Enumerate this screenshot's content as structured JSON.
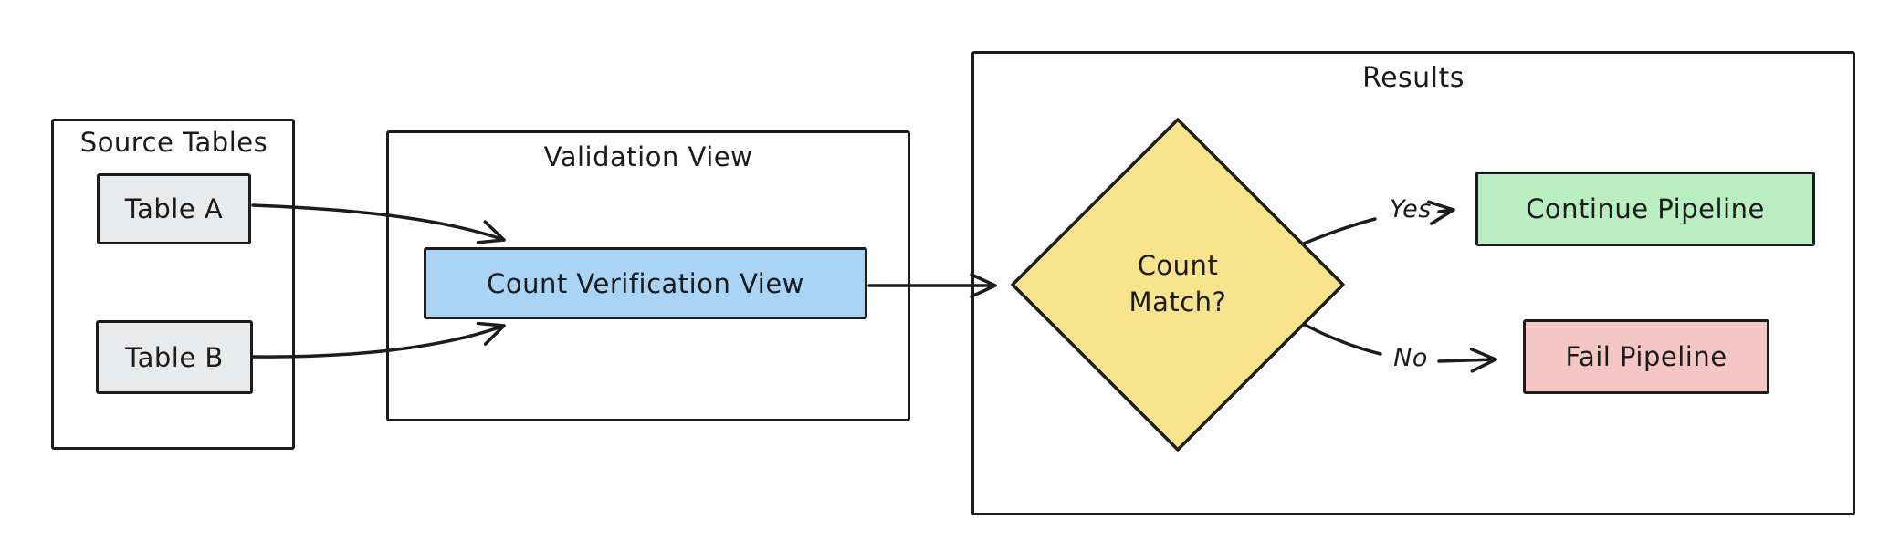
{
  "diagram": {
    "background": "#ffffff",
    "stroke": "#1c1c1c",
    "groups": {
      "source_tables": {
        "title": "Source Tables"
      },
      "validation_view": {
        "title": "Validation View"
      },
      "results": {
        "title": "Results"
      }
    },
    "nodes": {
      "table_a": {
        "label": "Table A",
        "fill": "#e8eaec"
      },
      "table_b": {
        "label": "Table B",
        "fill": "#e8eaec"
      },
      "count_verification_view": {
        "label": "Count Verification View",
        "fill": "#aad4f5"
      },
      "count_match": {
        "label_line1": "Count",
        "label_line2": "Match?",
        "fill": "#f8e48d"
      },
      "continue_pipeline": {
        "label": "Continue Pipeline",
        "fill": "#b8eec0"
      },
      "fail_pipeline": {
        "label": "Fail Pipeline",
        "fill": "#f5c7c4"
      }
    },
    "edge_labels": {
      "yes": "Yes",
      "no": "No"
    }
  }
}
